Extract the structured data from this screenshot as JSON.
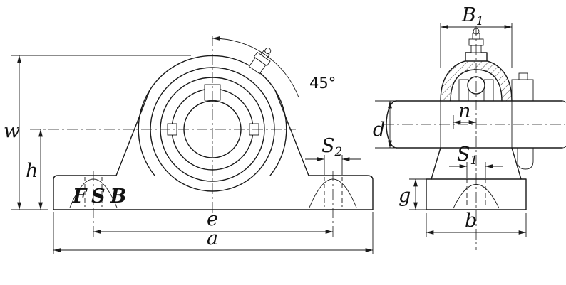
{
  "colors": {
    "background": "#ffffff",
    "line": "#1a1a1a"
  },
  "front_view": {
    "brand": "FSB",
    "angle_label": "45°",
    "dim_w": "w",
    "dim_h": "h",
    "dim_e": "e",
    "dim_a": "a",
    "dim_s2_base": "S",
    "dim_s2_sub": "2"
  },
  "side_view": {
    "dim_b1_base": "B",
    "dim_b1_sub": "1",
    "dim_d": "d",
    "dim_n": "n",
    "dim_s1_base": "S",
    "dim_s1_sub": "1",
    "dim_g": "g",
    "dim_b": "b"
  }
}
